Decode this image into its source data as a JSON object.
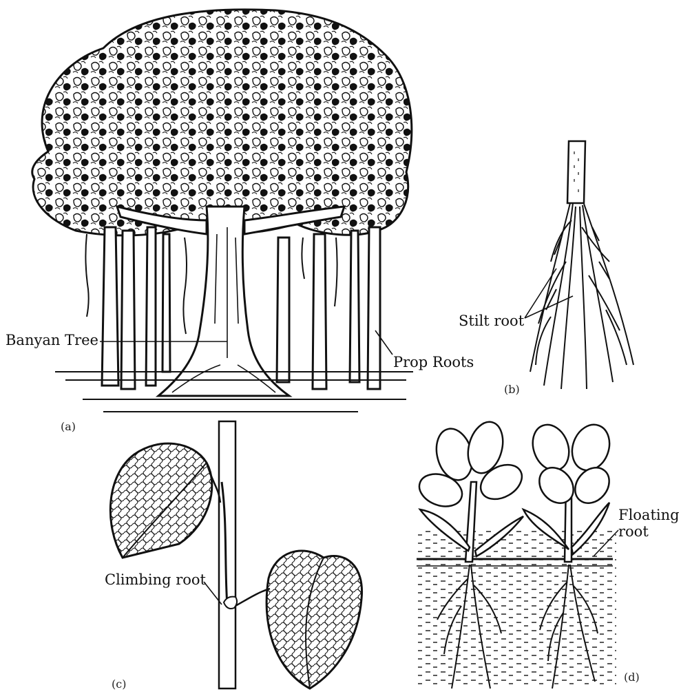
{
  "labels": {
    "banyan_tree": "Banyan Tree",
    "prop_roots": "Prop Roots",
    "stilt_root": "Stilt root",
    "climbing_root": "Climbing root",
    "floating_root_line1": "Floating",
    "floating_root_line2": "root"
  },
  "panel_tags": {
    "a": "(a)",
    "b": "(b)",
    "c": "(c)",
    "d": "(d)"
  },
  "colors": {
    "ink": "#111111",
    "paper": "#ffffff"
  }
}
